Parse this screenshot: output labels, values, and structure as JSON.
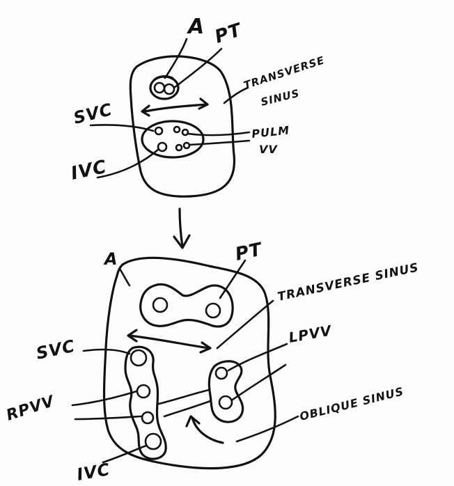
{
  "top_diagram": {
    "labels": {
      "a": "A",
      "pt": "PT",
      "svc": "SVC",
      "ivc": "IVC",
      "transverse_sinus_line1": "TRANSVERSE",
      "transverse_sinus_line2": "SINUS",
      "pulm_vv_line1": "PULM",
      "pulm_vv_line2": "VV"
    }
  },
  "bottom_diagram": {
    "labels": {
      "a": "A",
      "pt": "PT",
      "transverse_sinus": "TRANSVERSE SINUS",
      "svc": "SVC",
      "lpvv": "LPVV",
      "rpvv": "RPVV",
      "oblique_sinus": "OBLIQUE SINUS",
      "ivc": "IVC"
    }
  }
}
